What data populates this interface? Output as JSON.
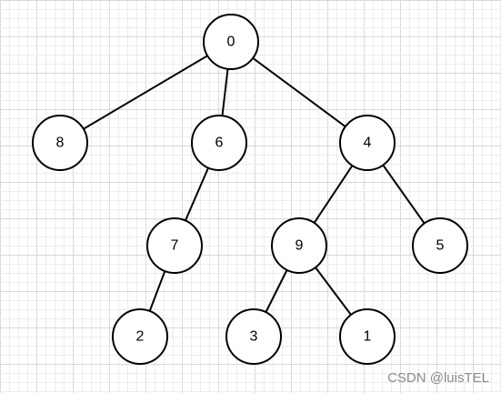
{
  "colors": {
    "background": "#ffffff",
    "grid_minor": "#ececec",
    "grid_major": "#d9d9d9",
    "node_fill": "#ffffff",
    "stroke": "#000000",
    "watermark": "#8a8a8a"
  },
  "tree": {
    "nodes": [
      {
        "id": "n0",
        "label": "0"
      },
      {
        "id": "n8",
        "label": "8"
      },
      {
        "id": "n6",
        "label": "6"
      },
      {
        "id": "n4",
        "label": "4"
      },
      {
        "id": "n7",
        "label": "7"
      },
      {
        "id": "n9",
        "label": "9"
      },
      {
        "id": "n5",
        "label": "5"
      },
      {
        "id": "n2",
        "label": "2"
      },
      {
        "id": "n3",
        "label": "3"
      },
      {
        "id": "n1",
        "label": "1"
      }
    ],
    "edges": [
      {
        "from": "n0",
        "to": "n8"
      },
      {
        "from": "n0",
        "to": "n6"
      },
      {
        "from": "n0",
        "to": "n4"
      },
      {
        "from": "n6",
        "to": "n7"
      },
      {
        "from": "n7",
        "to": "n2"
      },
      {
        "from": "n4",
        "to": "n9"
      },
      {
        "from": "n4",
        "to": "n5"
      },
      {
        "from": "n9",
        "to": "n3"
      },
      {
        "from": "n9",
        "to": "n1"
      }
    ]
  },
  "watermark": "CSDN @luisTEL"
}
